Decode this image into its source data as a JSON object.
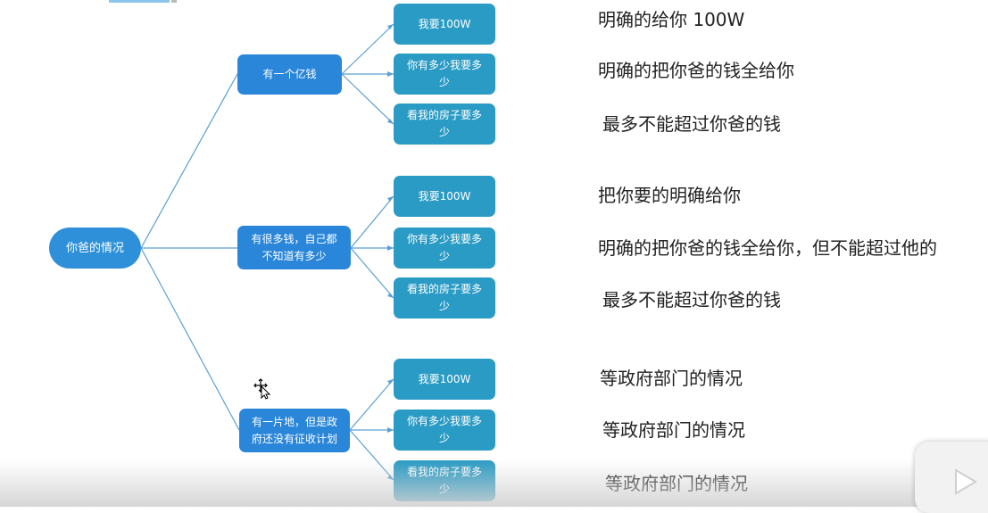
{
  "diagram": {
    "root": "你爸的情况",
    "branches": [
      {
        "label_lines": [
          "有一个亿钱"
        ],
        "leaves": [
          {
            "lines": [
              "我要100W"
            ]
          },
          {
            "lines": [
              "你有多少我要多",
              "少"
            ]
          },
          {
            "lines": [
              "看我的房子要多",
              "少"
            ]
          }
        ],
        "notes": [
          "明确的给你 100W",
          "明确的把你爸的钱全给你",
          "最多不能超过你爸的钱"
        ]
      },
      {
        "label_lines": [
          "有很多钱，自己都",
          "不知道有多少"
        ],
        "leaves": [
          {
            "lines": [
              "我要100W"
            ]
          },
          {
            "lines": [
              "你有多少我要多",
              "少"
            ]
          },
          {
            "lines": [
              "看我的房子要多",
              "少"
            ]
          }
        ],
        "notes": [
          "把你要的明确给你",
          "明确的把你爸的钱全给你，但不能超过他的",
          "最多不能超过你爸的钱"
        ]
      },
      {
        "label_lines": [
          "有一片地，但是政",
          "府还没有征收计划"
        ],
        "leaves": [
          {
            "lines": [
              "我要100W"
            ]
          },
          {
            "lines": [
              "你有多少我要多",
              "少"
            ]
          },
          {
            "lines": [
              "看我的房子要多",
              "少"
            ]
          }
        ],
        "notes": [
          "等政府部门的情况",
          "等政府部门的情况",
          "等政府部门的情况"
        ]
      }
    ]
  },
  "colors": {
    "root_fill": "#2e90d8",
    "branch_fill": "#2a86d9",
    "leaf_fill": "#2a9bc4",
    "edge": "#5a9fd0",
    "note_text": "#222222"
  },
  "icons": {
    "cursor": "move-cursor-icon",
    "video_overlay": "play-icon"
  }
}
